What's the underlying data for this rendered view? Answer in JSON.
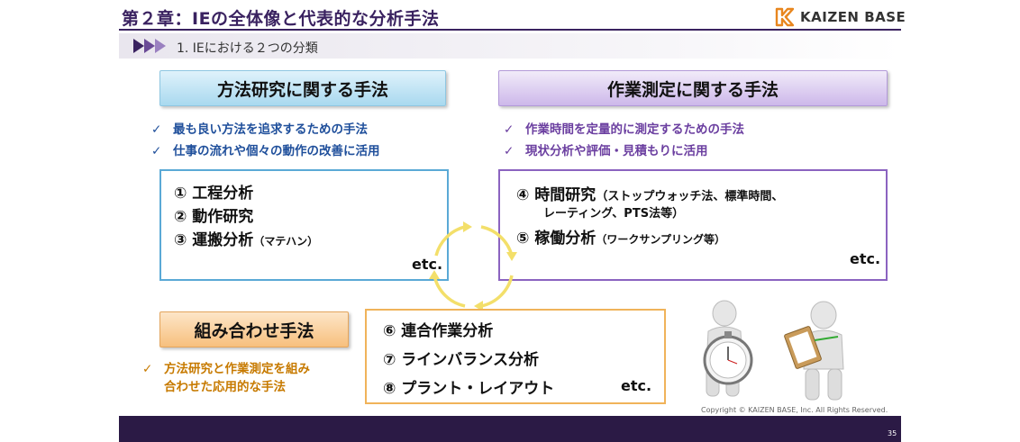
{
  "header": {
    "chapter_title": "第２章：IEの全体像と代表的な分析手法",
    "logo_text": "KAIZEN BASE",
    "section_title": "1.  IEにおける２つの分類"
  },
  "method_study": {
    "heading": "方法研究に関する手法",
    "bullets": [
      "最も良い方法を追求するための手法",
      "仕事の流れや個々の動作の改善に活用"
    ],
    "items": [
      {
        "label": "①  工程分析",
        "note": ""
      },
      {
        "label": "②  動作研究",
        "note": ""
      },
      {
        "label": "③  運搬分析",
        "note": "（マテハン）"
      }
    ],
    "etc": "etc."
  },
  "work_measurement": {
    "heading": "作業測定に関する手法",
    "bullets": [
      "作業時間を定量的に測定するための手法",
      "現状分析や評価・見積もりに活用"
    ],
    "item4_label": "④  時間研究",
    "item4_note_line1": "（ストップウォッチ法、標準時間、",
    "item4_note_line2": "レーティング、PTS法等）",
    "item5_label": "⑤  稼働分析",
    "item5_note": "（ワークサンプリング等）",
    "etc": "etc."
  },
  "combination": {
    "heading": "組み合わせ手法",
    "bullet_line1": "方法研究と作業測定を組み",
    "bullet_line2": "合わせた応用的な手法",
    "items": [
      "⑥  連合作業分析",
      "⑦  ラインバランス分析",
      "⑧  プラント・レイアウト"
    ],
    "etc": "etc."
  },
  "footer": {
    "copyright": "Copyright ©  KAIZEN BASE, Inc.  All Rights Reserved.",
    "page_number": "35"
  },
  "colors": {
    "header_purple": "#3a2260",
    "blue": "#5aa9d6",
    "purple": "#8b63c0",
    "orange": "#f0b35a",
    "cycle_yellow": "#f3df6a"
  }
}
